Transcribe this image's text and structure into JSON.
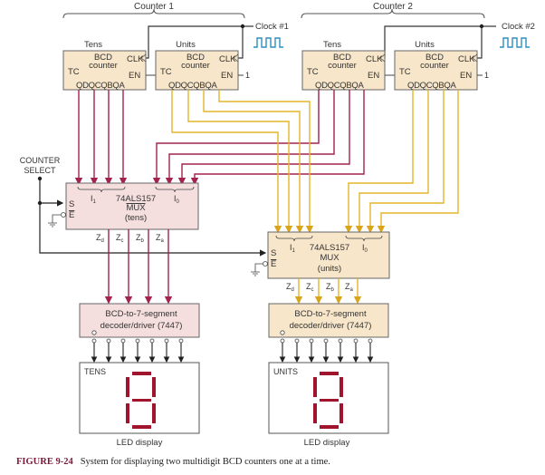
{
  "diagram": {
    "counter1": {
      "label": "Counter 1",
      "clock": "Clock #1"
    },
    "counter2": {
      "label": "Counter 2",
      "clock": "Clock #2"
    },
    "counter_block": {
      "title_line1": "BCD",
      "title_line2": "counter",
      "clk": "CLK",
      "en": "EN",
      "tc": "TC",
      "outputs": "QDQCQBQA",
      "en_const": "1"
    },
    "tens_label": "Tens",
    "units_label": "Units",
    "counter_select": {
      "line1": "COUNTER",
      "line2": "SELECT"
    },
    "mux_tens": {
      "part": "74ALS157",
      "name": "MUX",
      "sub": "(tens)",
      "s": "S",
      "e": "E",
      "i1": "I",
      "i1_sub": "1",
      "i0": "I",
      "i0_sub": "0"
    },
    "mux_units": {
      "part": "74ALS157",
      "name": "MUX",
      "sub": "(units)",
      "s": "S",
      "e": "E",
      "i1": "I",
      "i1_sub": "1",
      "i0": "I",
      "i0_sub": "0"
    },
    "z_outputs": [
      {
        "z": "Z",
        "sub": "d"
      },
      {
        "z": "Z",
        "sub": "c"
      },
      {
        "z": "Z",
        "sub": "b"
      },
      {
        "z": "Z",
        "sub": "a"
      }
    ],
    "decoder": {
      "line1": "BCD-to-7-segment",
      "line2": "decoder/driver (7447)"
    },
    "display_tens": {
      "label": "TENS",
      "caption": "LED display"
    },
    "display_units": {
      "label": "UNITS",
      "caption": "LED display"
    },
    "colors": {
      "tens_wire": "#a3224e",
      "units_wire": "#e3b52a",
      "counter_fill": "#f7e6c9",
      "mux_tens_fill": "#f5dede",
      "mux_units_fill": "#f7e6c9",
      "segment": "#a0142e",
      "clock_wave": "#2f8fc0"
    }
  },
  "caption": {
    "figure": "FIGURE 9-24",
    "text": "System for displaying two multidigit BCD counters one at a time."
  }
}
